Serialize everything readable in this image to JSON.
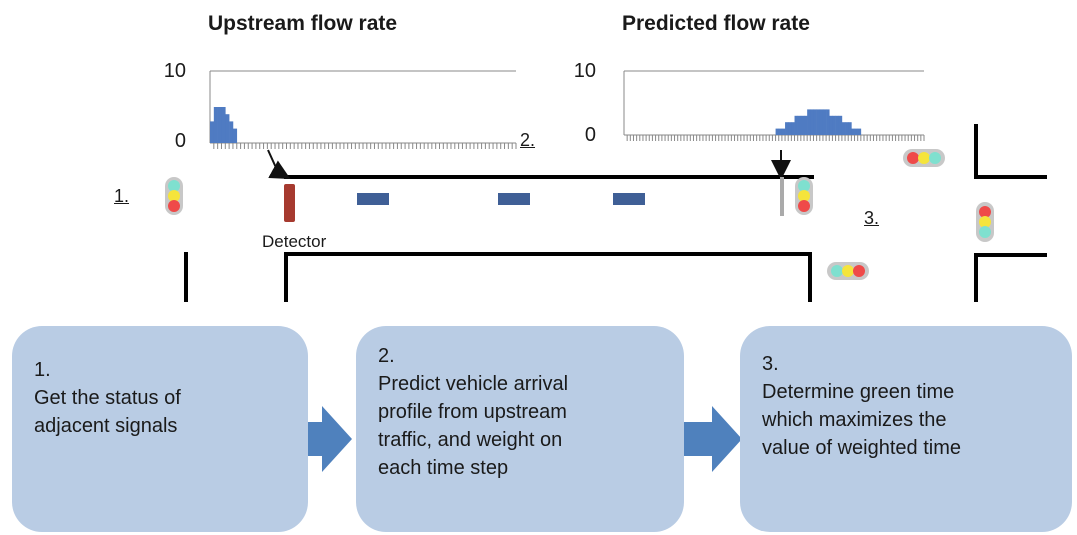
{
  "colors": {
    "bar": "#4f7bc2",
    "detector": "#a63a2f",
    "vehicle": "#3f5f96",
    "box": "#b9cce4",
    "arrow": "#4f81bd",
    "signal_red": "#ef4a49",
    "signal_yellow": "#f5e43c",
    "signal_green": "#7fe0cf"
  },
  "chart_data": [
    {
      "type": "bar",
      "title": "Upstream flow rate",
      "ylim": [
        0,
        10
      ],
      "yticks": [
        "0",
        "10"
      ],
      "grid": "horizontal",
      "values": [
        3,
        5,
        5,
        5,
        4,
        3,
        2,
        0,
        0,
        0,
        0,
        0,
        0,
        0,
        0,
        0,
        0,
        0,
        0,
        0,
        0,
        0,
        0,
        0,
        0,
        0,
        0,
        0,
        0,
        0,
        0,
        0,
        0,
        0,
        0,
        0,
        0,
        0,
        0,
        0,
        0,
        0,
        0,
        0,
        0,
        0,
        0,
        0,
        0,
        0,
        0,
        0,
        0,
        0,
        0,
        0,
        0,
        0,
        0,
        0,
        0,
        0,
        0,
        0,
        0,
        0,
        0,
        0,
        0,
        0,
        0,
        0,
        0,
        0,
        0,
        0,
        0,
        0,
        0,
        0
      ]
    },
    {
      "type": "bar",
      "title": "Predicted flow rate",
      "ylim": [
        0,
        10
      ],
      "yticks": [
        "0",
        "10"
      ],
      "grid": "horizontal",
      "values": [
        0,
        0,
        0,
        0,
        0,
        0,
        0,
        0,
        0,
        0,
        0,
        0,
        0,
        0,
        0,
        0,
        0,
        0,
        0,
        0,
        0,
        0,
        0,
        0,
        0,
        0,
        0,
        0,
        0,
        0,
        0,
        0,
        0,
        0,
        0,
        0,
        0,
        0,
        0,
        0,
        0,
        0,
        0,
        0,
        0,
        0,
        0,
        0,
        1,
        1,
        1,
        2,
        2,
        2,
        3,
        3,
        3,
        3,
        4,
        4,
        4,
        4,
        4,
        4,
        4,
        3,
        3,
        3,
        3,
        2,
        2,
        2,
        1,
        1,
        1,
        0,
        0,
        0,
        0,
        0,
        0,
        0,
        0,
        0,
        0,
        0,
        0,
        0,
        0,
        0,
        0,
        0,
        0,
        0,
        0
      ]
    }
  ],
  "labels": {
    "step1": "1.",
    "step2": "2.",
    "step3": "3.",
    "detector": "Detector"
  },
  "steps": [
    {
      "number": "1.",
      "text": "Get the status of\nadjacent signals"
    },
    {
      "number": "2.",
      "text": "Predict vehicle arrival\nprofile from upstream\ntraffic, and weight on\neach time step"
    },
    {
      "number": "3.",
      "text": "Determine green time\nwhich maximizes the\nvalue of weighted time"
    }
  ]
}
